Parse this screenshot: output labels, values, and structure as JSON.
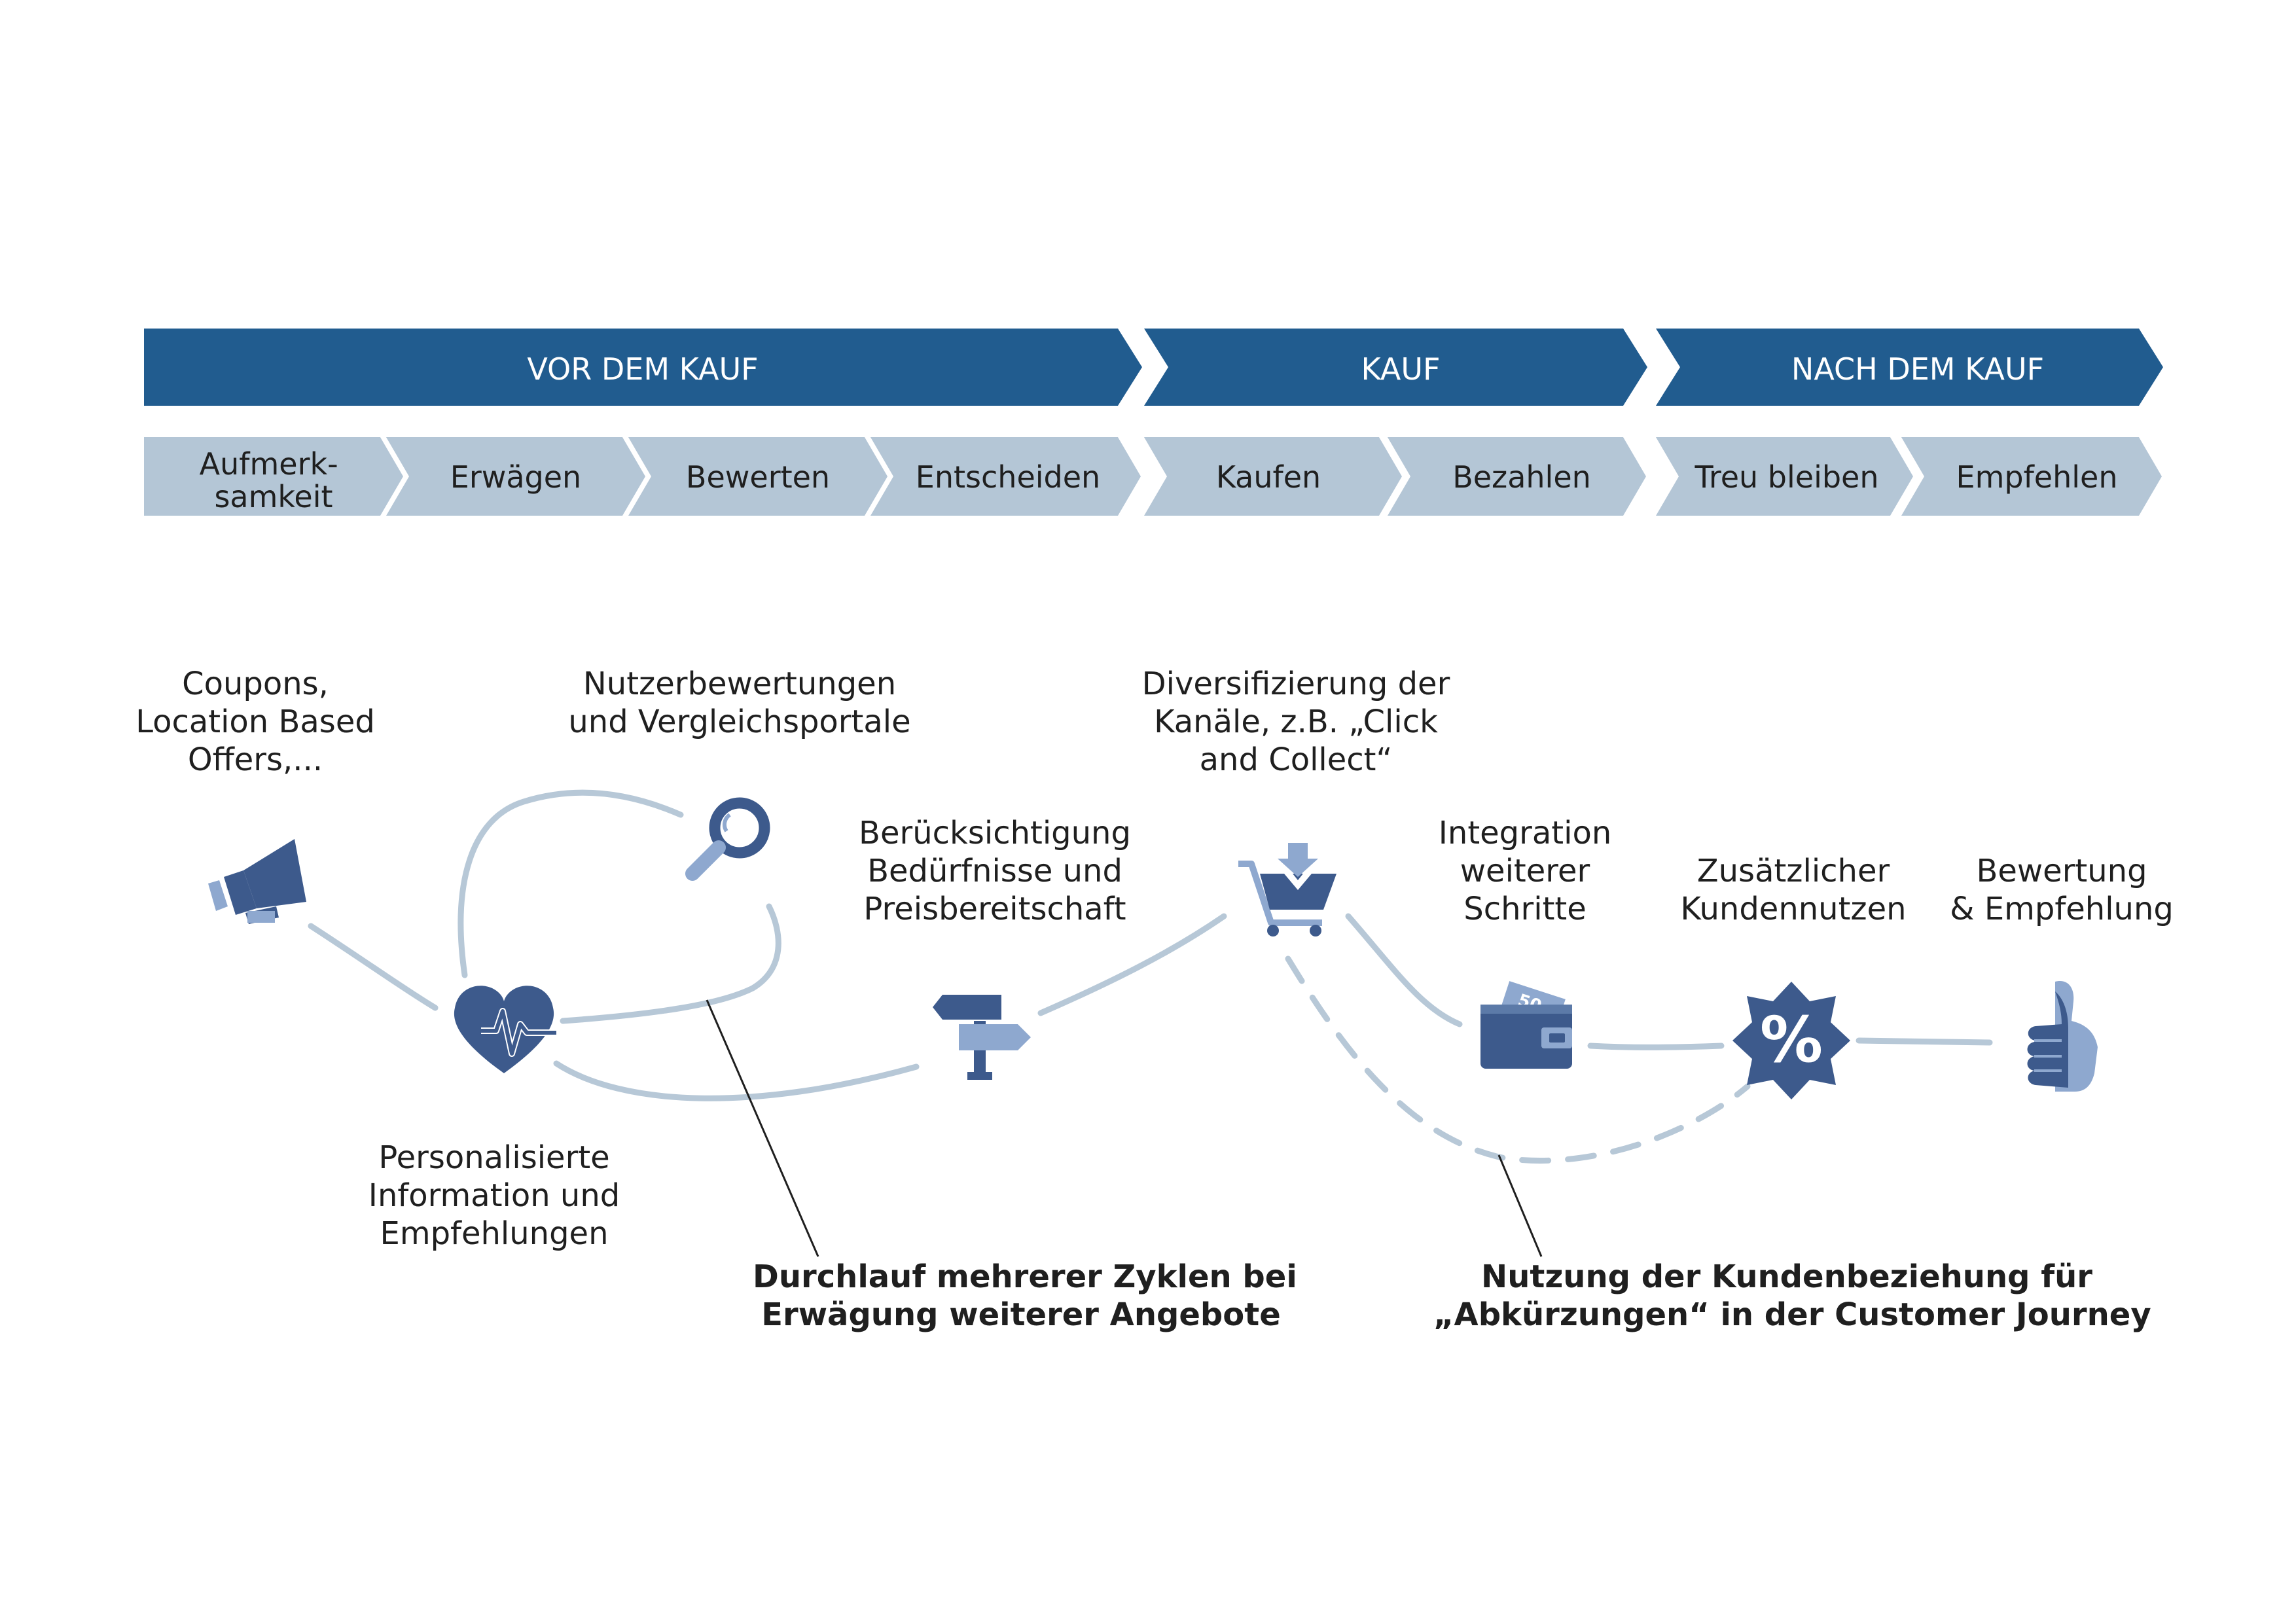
{
  "phases": [
    {
      "label": "VOR DEM KAUF"
    },
    {
      "label": "KAUF"
    },
    {
      "label": "NACH DEM KAUF"
    }
  ],
  "steps": [
    {
      "lines": [
        "Aufmerk-",
        "samkeit"
      ]
    },
    {
      "lines": [
        "Erwägen"
      ]
    },
    {
      "lines": [
        "Bewerten"
      ]
    },
    {
      "lines": [
        "Entscheiden"
      ]
    },
    {
      "lines": [
        "Kaufen"
      ]
    },
    {
      "lines": [
        "Bezahlen"
      ]
    },
    {
      "lines": [
        "Treu bleiben"
      ]
    },
    {
      "lines": [
        "Empfehlen"
      ]
    }
  ],
  "labels": {
    "coupons": [
      "Coupons,",
      "Location Based",
      "Offers,..."
    ],
    "reviews": [
      "Nutzerbewertungen",
      "und Vergleichsportale"
    ],
    "channels": [
      "Diversifizierung der",
      "Kanäle, z.B. „Click",
      "and Collect“"
    ],
    "needs": [
      "Berücksichtigung",
      "Bedürfnisse und",
      "Preisbereitschaft"
    ],
    "integration": [
      "Integration",
      "weiterer",
      "Schritte"
    ],
    "benefit": [
      "Zusätzlicher",
      "Kundennutzen"
    ],
    "rating": [
      "Bewertung",
      "& Empfehlung"
    ],
    "personalized": [
      "Personalisierte",
      "Information und",
      "Empfehlungen"
    ],
    "cycles": [
      "Durchlauf mehrerer Zyklen bei",
      "Erwägung weiterer Angebote"
    ],
    "shortcuts": [
      "Nutzung der Kundenbeziehung für",
      "„Abkürzungen“ in der Customer Journey"
    ]
  },
  "icons": {
    "megaphone": "megaphone-icon",
    "magnifier": "magnifier-icon",
    "heart": "heartbeat-icon",
    "signpost": "signpost-icon",
    "cart": "shopping-cart-icon",
    "wallet": "wallet-icon",
    "percent": "percent-badge-icon",
    "thumb": "thumbs-up-icon"
  },
  "wallet_note": "50",
  "percent_symbol": "%",
  "colors": {
    "phase": "#215c8f",
    "step": "#b4c6d6",
    "icon": "#3d5a8c",
    "icon_light": "#8ea8cf",
    "path": "#b7c8d7"
  }
}
